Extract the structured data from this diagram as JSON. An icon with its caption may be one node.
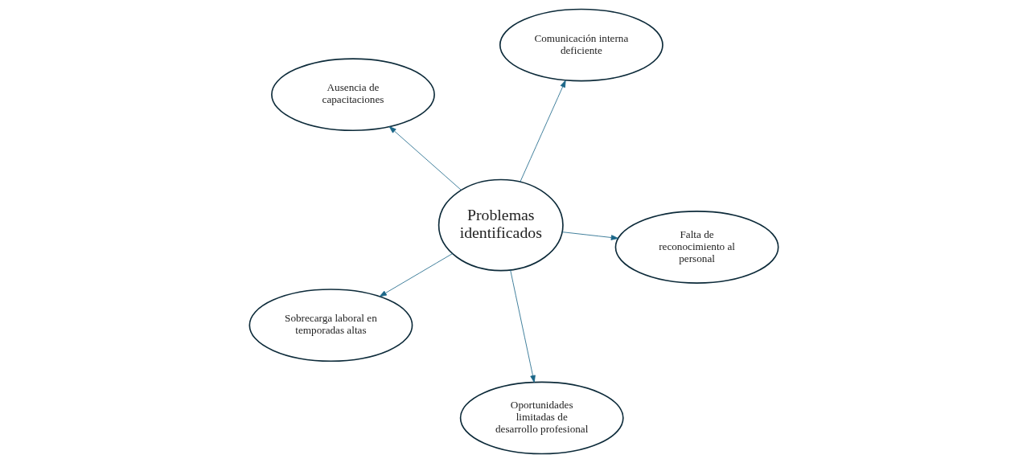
{
  "diagram": {
    "nodes": [
      {
        "text": [
          "Ausencia de capacitaciones"
        ]
      },
      {
        "text": [
          "Falta de reconocimiento al personal"
        ]
      },
      {
        "text": [
          "Oportunidades limitadas de desarrollo profesional"
        ]
      },
      {
        "text": [
          "Problemas identificados"
        ]
      },
      {
        "text": [
          "Comunicación interna deficiente"
        ]
      },
      {
        "text": [
          "Sobrecarga laboral en temporadas altas"
        ]
      }
    ],
    "edges": [
      {
        "from": 3,
        "to": 0,
        "arrow": "to"
      },
      {
        "from": 3,
        "to": 1,
        "arrow": "to"
      },
      {
        "from": 3,
        "to": 2,
        "arrow": "to"
      },
      {
        "from": 3,
        "to": 4,
        "arrow": "to"
      },
      {
        "from": 3,
        "to": 5,
        "arrow": "to"
      }
    ]
  }
}
